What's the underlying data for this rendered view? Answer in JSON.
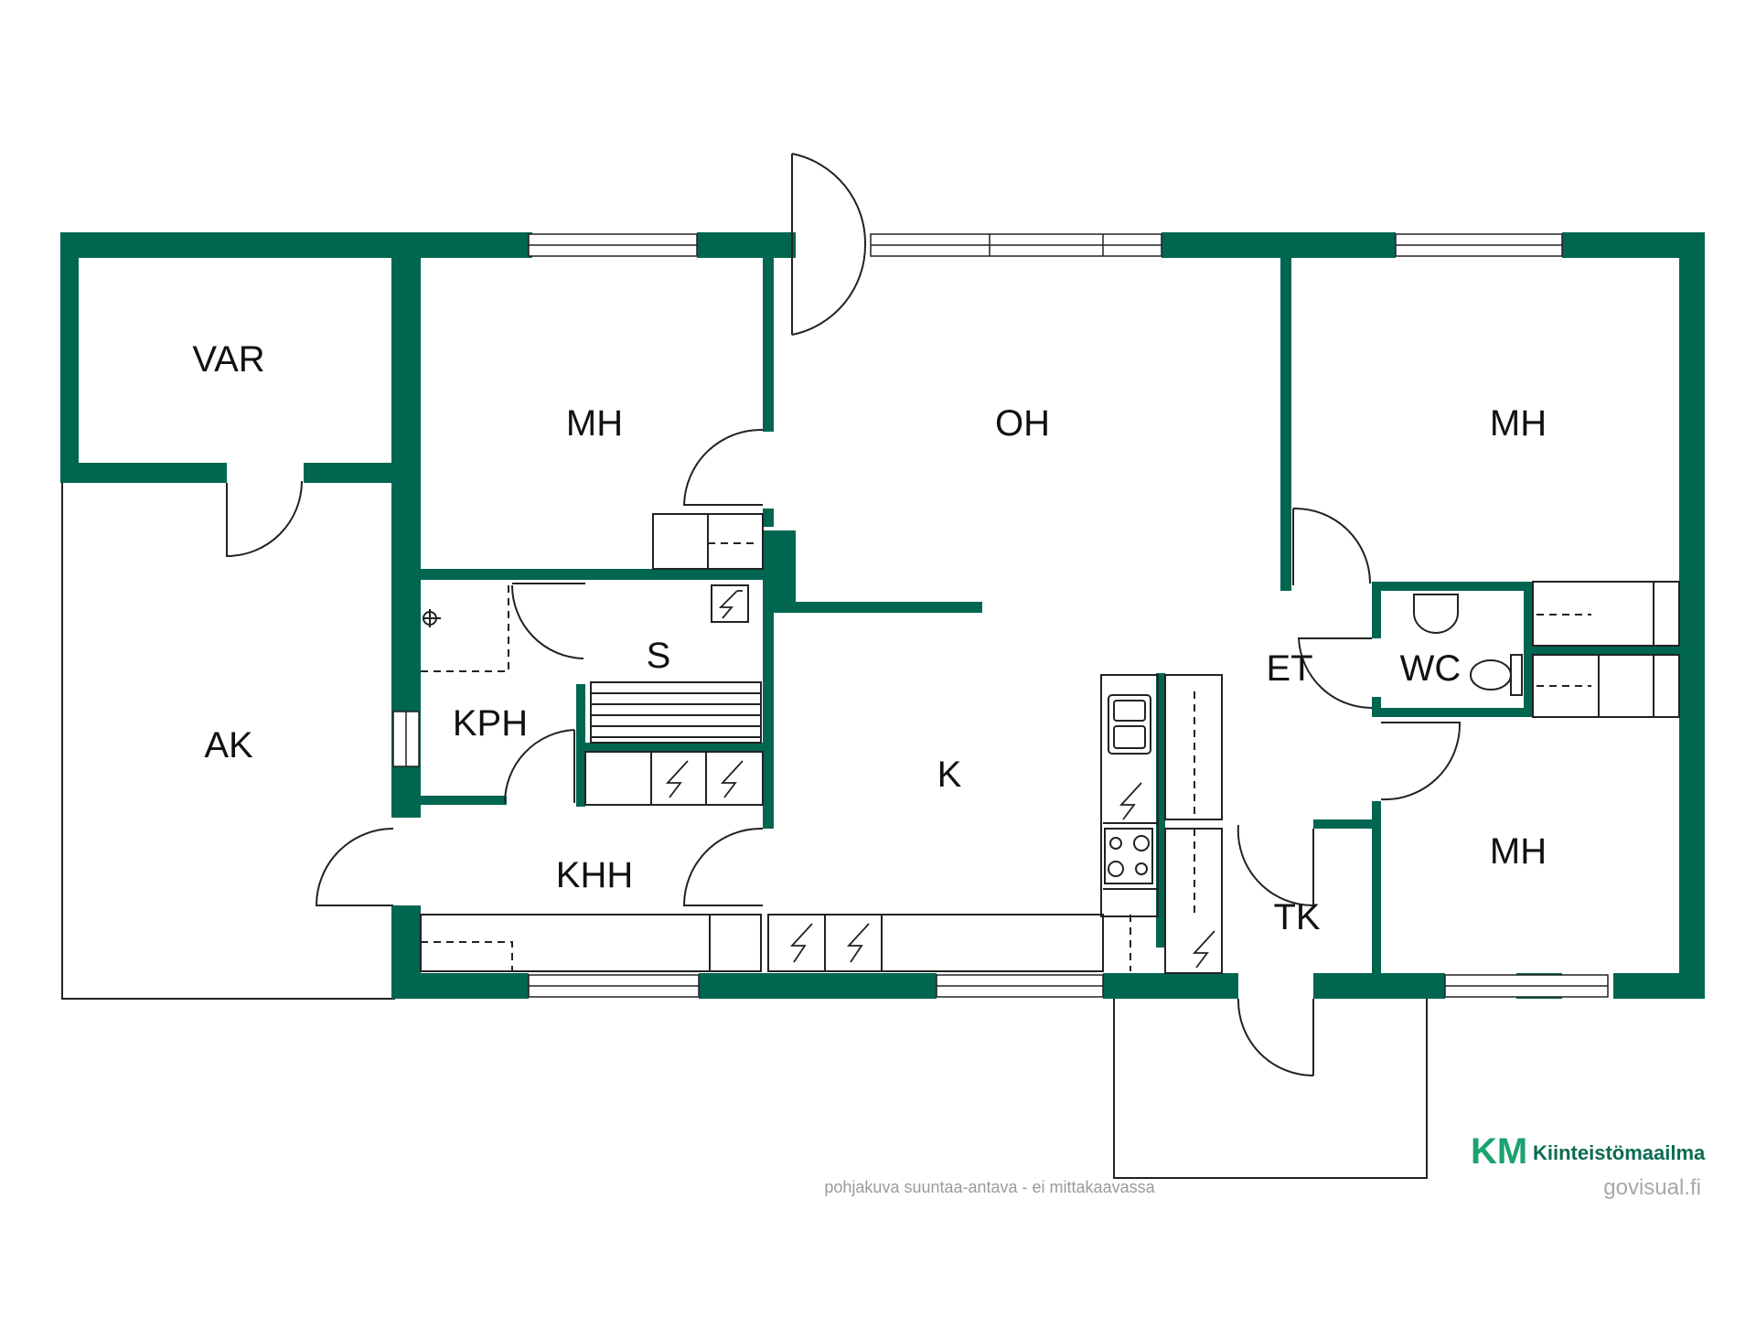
{
  "colors": {
    "wall": "#006650",
    "line": "#222222",
    "logo_green": "#1aa36f"
  },
  "rooms": {
    "var": "VAR",
    "mh_left": "MH",
    "oh": "OH",
    "mh_top_right": "MH",
    "ak": "AK",
    "s": "S",
    "kph": "KPH",
    "k": "K",
    "et": "ET",
    "wc": "WC",
    "mh_bottom_right": "MH",
    "khh": "KHH",
    "tk": "TK"
  },
  "footer": {
    "disclaimer": "pohjakuva suuntaa-antava - ei mittakaavassa",
    "logo_mark": "KM",
    "brand": "Kiinteistömaailma",
    "credit": "govisual.fi"
  },
  "icons": [
    "lightning-icon",
    "sink-icon",
    "stove-icon",
    "toilet-icon",
    "shower-icon",
    "washbasin-icon",
    "door-swing-icon"
  ]
}
